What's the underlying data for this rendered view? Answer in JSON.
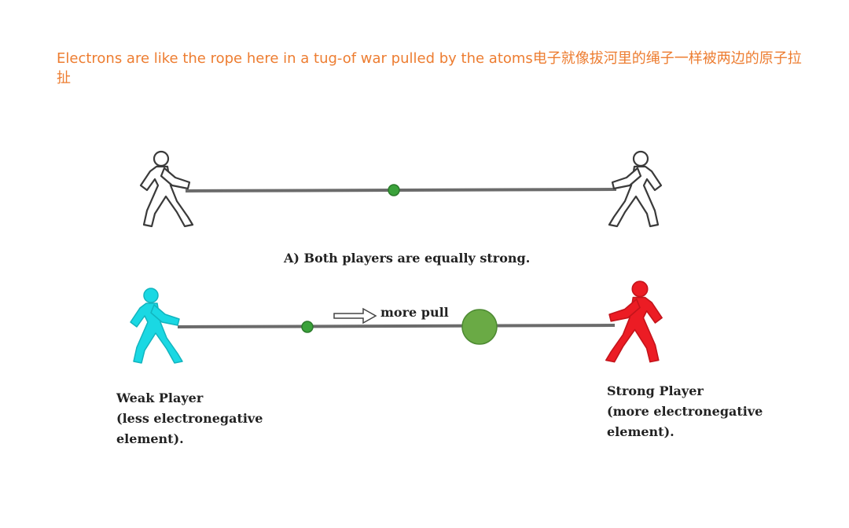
{
  "heading": "Electrons are like the rope here in a tug-of war pulled by the atoms电子就像拔河里的绳子一样被两边的原子拉扯",
  "diagram": {
    "caption_a": "A) Both players are equally strong.",
    "pull_label": "more pull",
    "weak_player": {
      "line1": "Weak Player",
      "line2": "(less electronegative",
      "line3": "element)."
    },
    "strong_player": {
      "line1": "Strong Player",
      "line2": "(more electronegative",
      "line3": "element)."
    },
    "colors": {
      "heading": "#ed7d31",
      "rope": "#6b6b6b",
      "electron": "#3aa23a",
      "electron_cloud": "#6aaa45",
      "weak_player": "#1ad8e3",
      "strong_player": "#ec1c24",
      "outline_player": "#ffffff"
    }
  }
}
